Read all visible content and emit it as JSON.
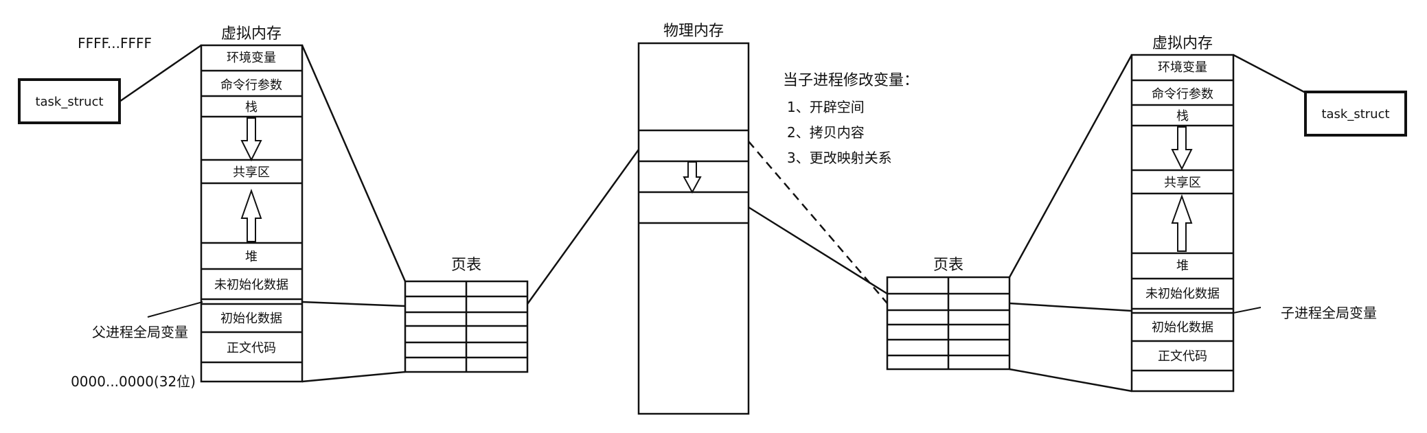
{
  "parent": {
    "title": "虚拟内存",
    "addr_high": "FFFF...FFFF",
    "addr_low": "0000...0000(32位)",
    "task_struct": "task_struct",
    "global_var_label": "父进程全局变量",
    "segments": {
      "env": "环境变量",
      "args": "命令行参数",
      "stack": "栈",
      "shared": "共享区",
      "heap": "堆",
      "bss": "未初始化数据",
      "data": "初始化数据",
      "text": "正文代码"
    },
    "page_table_title": "页表"
  },
  "physical": {
    "title": "物理内存"
  },
  "note": {
    "title": "当子进程修改变量：",
    "steps": [
      "1、开辟空间",
      "2、拷贝内容",
      "3、更改映射关系"
    ]
  },
  "child": {
    "title": "虚拟内存",
    "task_struct": "task_struct",
    "global_var_label": "子进程全局变量",
    "segments": {
      "env": "环境变量",
      "args": "命令行参数",
      "stack": "栈",
      "shared": "共享区",
      "heap": "堆",
      "bss": "未初始化数据",
      "data": "初始化数据",
      "text": "正文代码"
    },
    "page_table_title": "页表"
  }
}
